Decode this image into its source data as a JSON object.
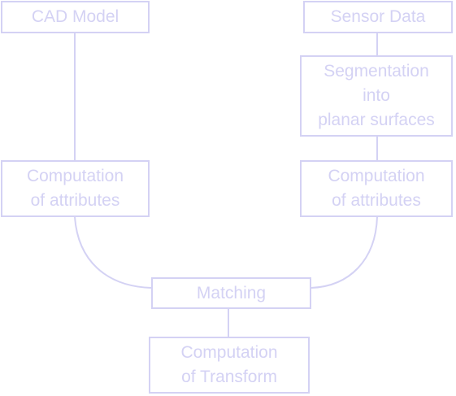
{
  "diagram": {
    "colors": {
      "stroke": "#d4d2f4",
      "text": "#d4d2f4",
      "background": "#ffffff"
    },
    "nodes": {
      "cad_model": {
        "lines": [
          "CAD Model"
        ]
      },
      "sensor_data": {
        "lines": [
          "Sensor Data"
        ]
      },
      "segmentation": {
        "lines": [
          "Segmentation",
          "into",
          "planar surfaces"
        ]
      },
      "attributes_left": {
        "lines": [
          "Computation",
          "of attributes"
        ]
      },
      "attributes_right": {
        "lines": [
          "Computation",
          "of attributes"
        ]
      },
      "matching": {
        "lines": [
          "Matching"
        ]
      },
      "transform": {
        "lines": [
          "Computation",
          "of Transform"
        ]
      }
    }
  }
}
